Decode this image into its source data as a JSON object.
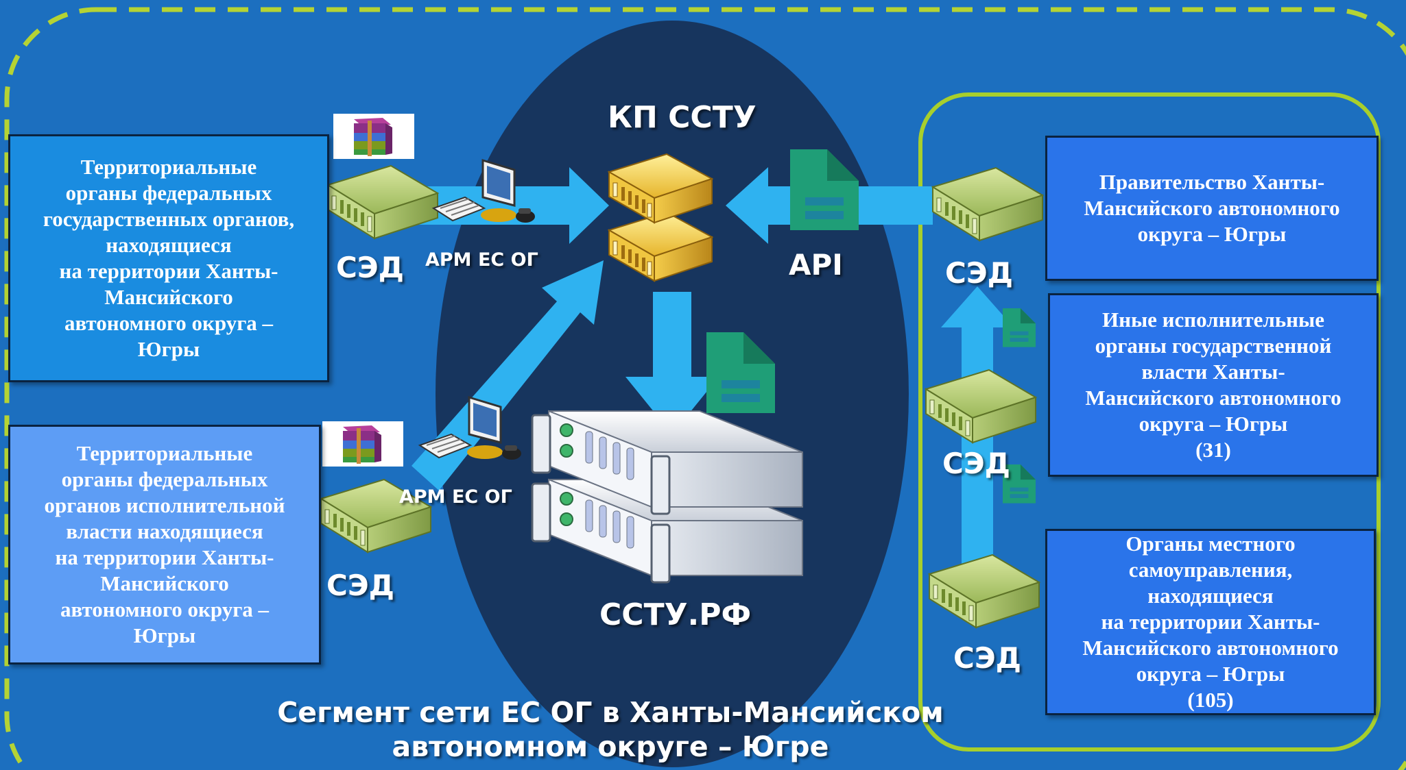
{
  "center": {
    "kp_label": "КП ССТУ",
    "site_label": "ССТУ.РФ",
    "api_label": "API"
  },
  "left": {
    "top_box": "Территориальные\nорганы федеральных\nгосударственных органов,\nнаходящиеся\nна территории  Ханты-\nМансийского\nавтономного округа –\nЮгры",
    "bottom_box": "Территориальные\nорганы федеральных\nорганов исполнительной\nвласти находящиеся\nна территории  Ханты-\nМансийского\nавтономного округа –\nЮгры",
    "sed_top": "СЭД",
    "sed_bottom": "СЭД",
    "arm_top": "АРМ ЕС ОГ",
    "arm_bottom": "АРМ ЕС ОГ"
  },
  "right": {
    "box1": "Правительство Ханты-\nМансийского автономного\nокруга – Югры",
    "box2": "Иные исполнительные\nорганы  государственной\nвласти  Ханты-\nМансийского автономного\nокруга – Югры\n(31)",
    "box3": "Органы местного\nсамоуправления,\nнаходящиеся\nна территории  Ханты-\nМансийского автономного\nокруга – Югры\n(105)",
    "sed1": "СЭД",
    "sed2": "СЭД",
    "sed3": "СЭД"
  },
  "caption": {
    "line1": "Сегмент  сети ЕС ОГ в Ханты-Мансийском",
    "line2": "автономном округе – Югре"
  },
  "colors": {
    "background": "#1c6fbf",
    "ellipse": "#17355e",
    "arrow": "#2fb2f0",
    "dashed_border": "#b5d334",
    "right_frame": "#a8cf2c",
    "box_dark": "#1a8ce0",
    "box_light": "#5d9df5",
    "box_right": "#2a74ea",
    "doc_icon": "#1f9e77"
  },
  "icons": [
    "server-icon",
    "workstation-icon",
    "archive-icon",
    "document-icon",
    "rack-server-icon"
  ]
}
